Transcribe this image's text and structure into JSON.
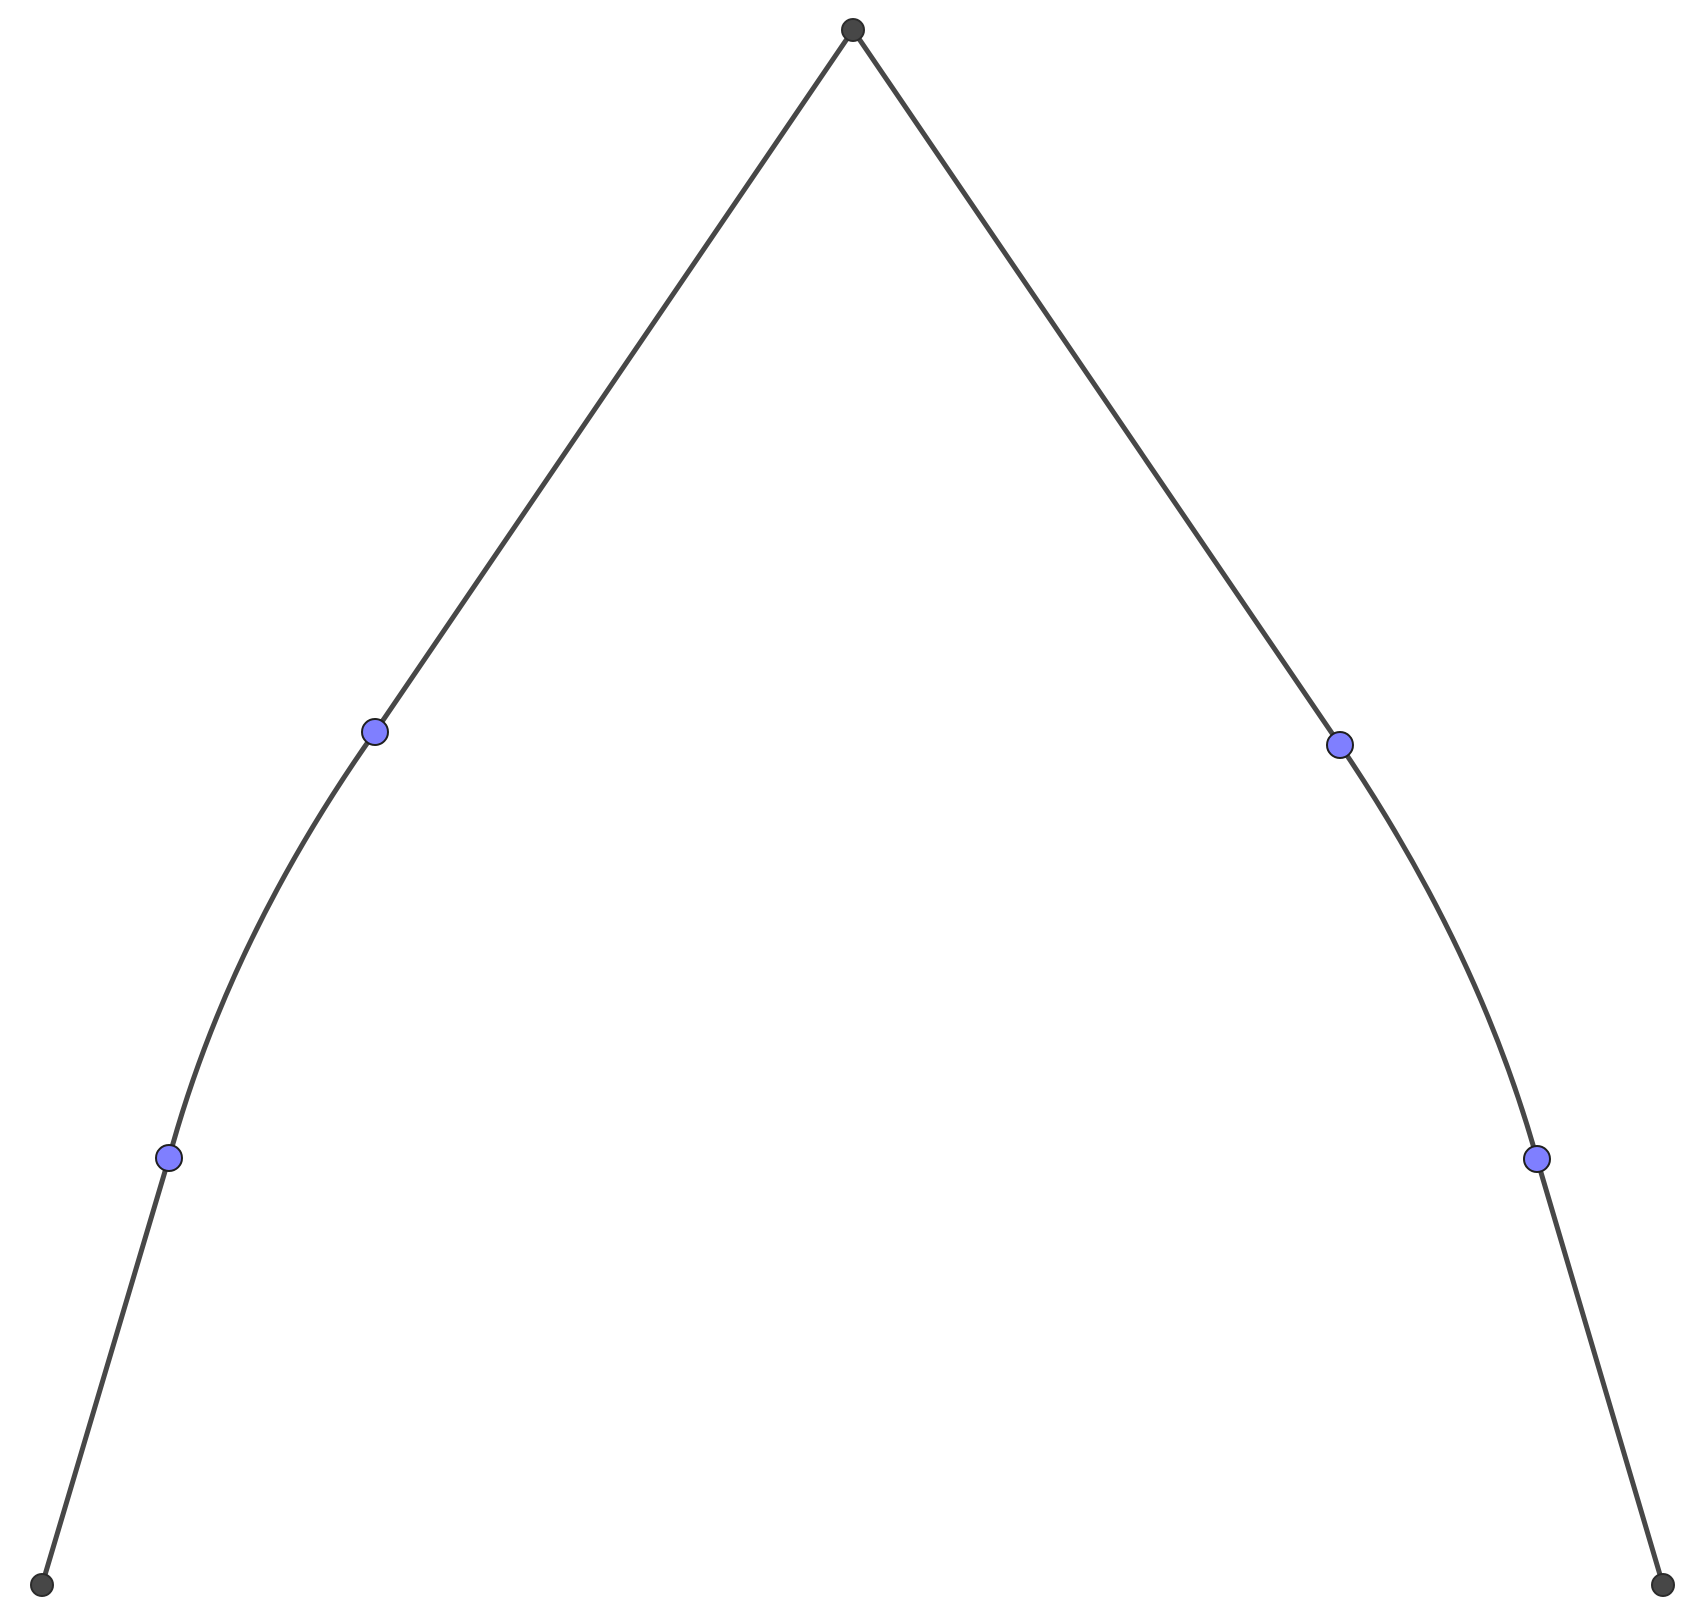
{
  "diagram": {
    "colors": {
      "background": "#ffffff",
      "edge": "#474747",
      "endpoint_fill": "#474747",
      "endpoint_stroke": "#2b2b2b",
      "control_point_fill": "#7f7fff",
      "control_point_stroke": "#1f1f1f"
    },
    "edges": [
      {
        "name": "left-upper-segment",
        "kind": "straight"
      },
      {
        "name": "left-middle-arc",
        "kind": "curved"
      },
      {
        "name": "left-lower-segment",
        "kind": "straight"
      },
      {
        "name": "right-upper-segment",
        "kind": "straight"
      },
      {
        "name": "right-middle-arc",
        "kind": "curved"
      },
      {
        "name": "right-lower-segment",
        "kind": "straight"
      }
    ],
    "points": [
      {
        "name": "apex-point",
        "kind": "endpoint"
      },
      {
        "name": "left-base-point",
        "kind": "endpoint"
      },
      {
        "name": "right-base-point",
        "kind": "endpoint"
      },
      {
        "name": "left-upper-control-point",
        "kind": "control"
      },
      {
        "name": "left-lower-control-point",
        "kind": "control"
      },
      {
        "name": "right-upper-control-point",
        "kind": "control"
      },
      {
        "name": "right-lower-control-point",
        "kind": "control"
      }
    ]
  }
}
